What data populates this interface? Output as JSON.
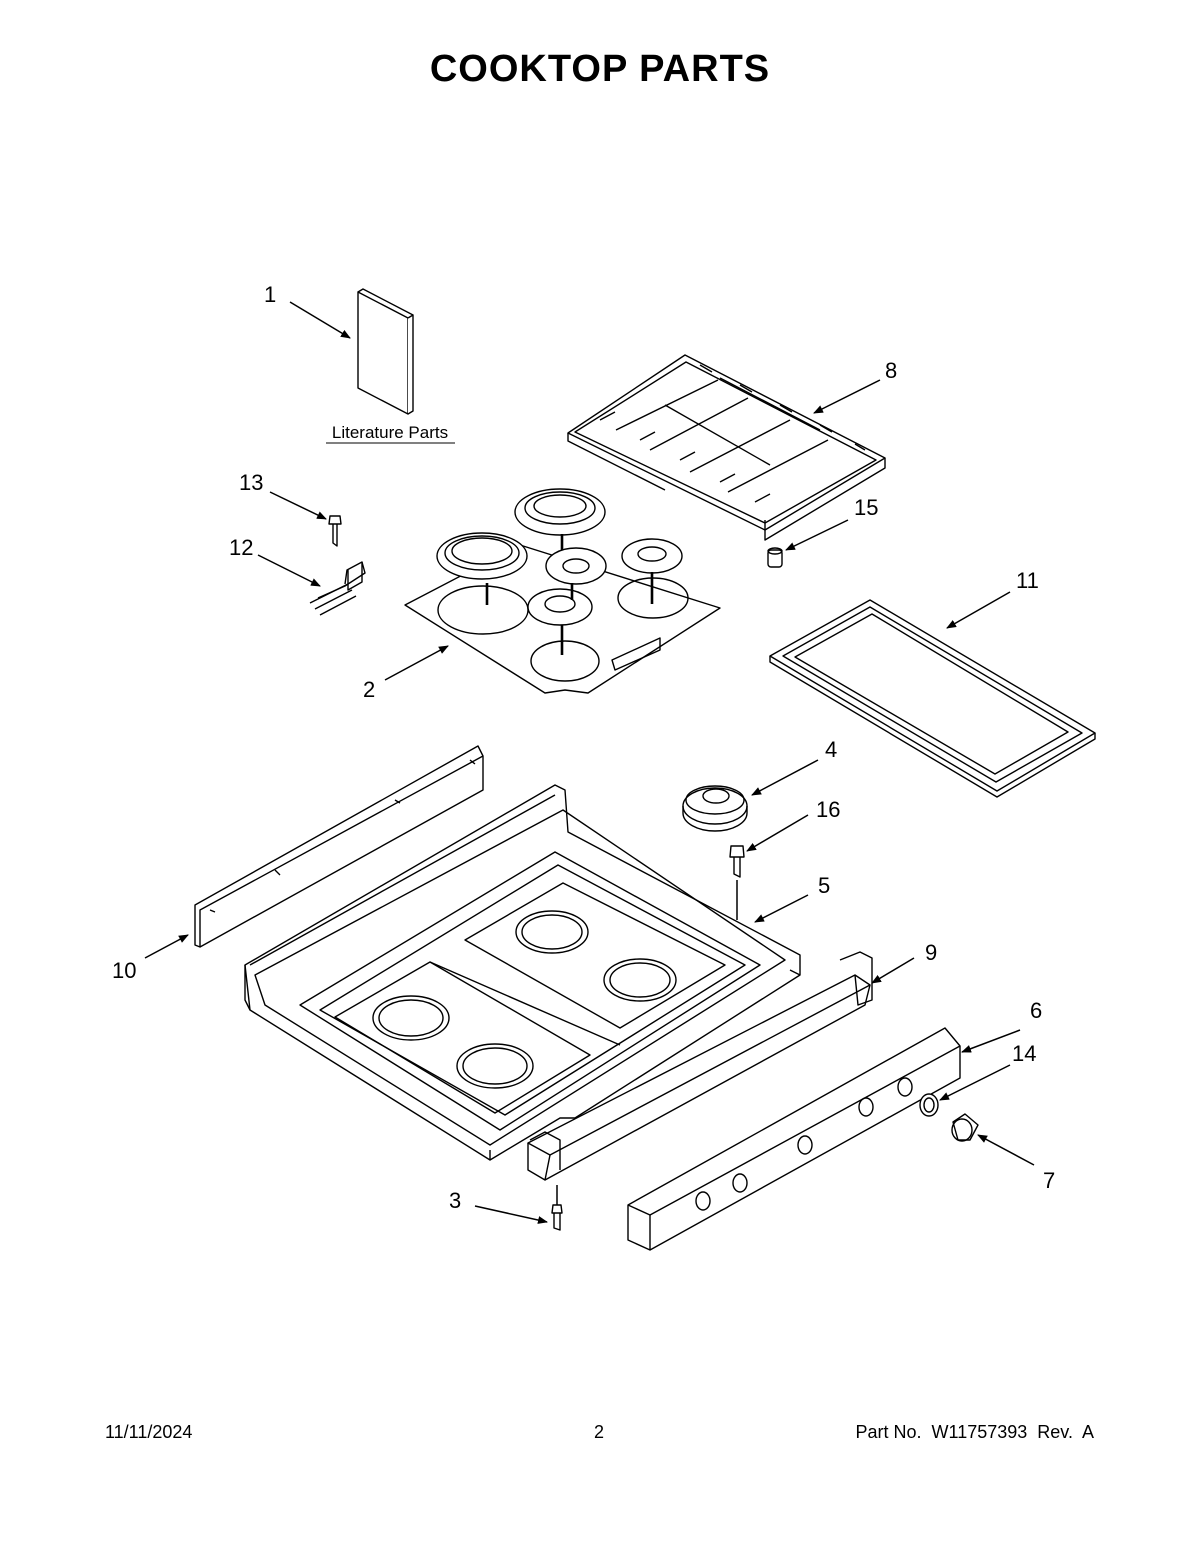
{
  "title": "COOKTOP PARTS",
  "literature_label": "Literature Parts",
  "callouts": [
    "1",
    "2",
    "3",
    "4",
    "5",
    "6",
    "7",
    "8",
    "9",
    "10",
    "11",
    "12",
    "13",
    "14",
    "15",
    "16"
  ],
  "footer": {
    "date": "11/11/2024",
    "page": "2",
    "part_no": "Part No.  W11757393  Rev.  A"
  }
}
